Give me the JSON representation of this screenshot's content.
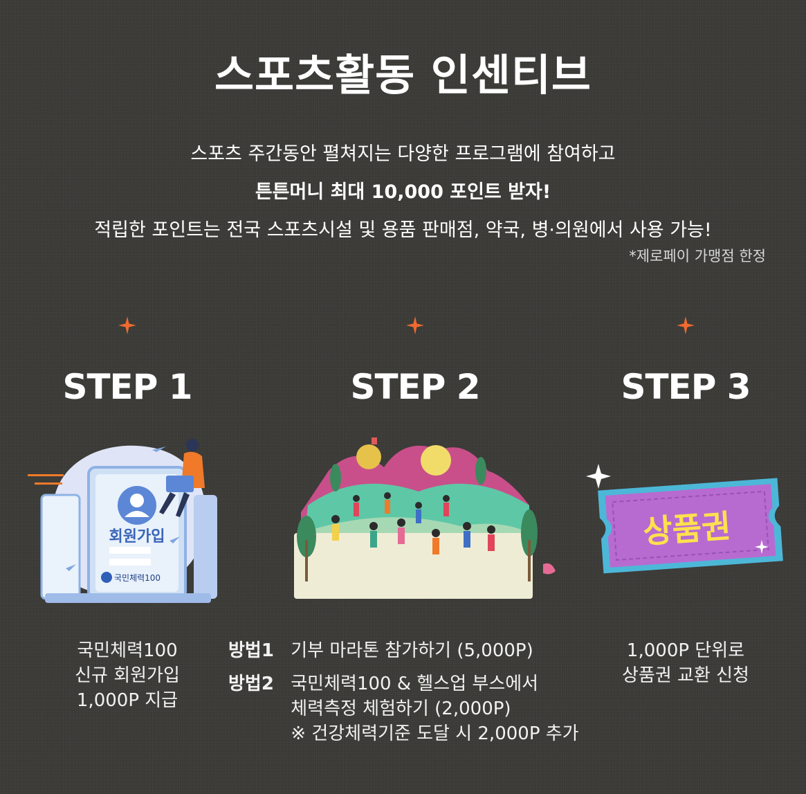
{
  "title": "스포츠활동 인센티브",
  "intro": {
    "line1": "스포츠 주간동안 펼쳐지는 다양한 프로그램에 참여하고",
    "line2": "튼튼머니 최대 10,000 포인트 받자!",
    "line3": "적립한 포인트는 전국 스포츠시설 및 용품 판매점, 약국, 병·의원에서 사용 가능!",
    "note": "*제로페이 가맹점 한정"
  },
  "colors": {
    "accent": "#f26a2e",
    "ticket": "#b76bd0",
    "ticket_text": "#ffe14d"
  },
  "steps": [
    {
      "title": "STEP 1",
      "illustration": {
        "badge": "회원가입",
        "logo": "국민체력100"
      },
      "desc": [
        "국민체력100",
        "신규 회원가입",
        "1,000P 지급"
      ]
    },
    {
      "title": "STEP 2",
      "methods": [
        {
          "label": "방법1",
          "lines": [
            "기부 마라톤 참가하기 (5,000P)"
          ]
        },
        {
          "label": "방법2",
          "lines": [
            "국민체력100 & 헬스업 부스에서",
            "체력측정 체험하기 (2,000P)",
            "※ 건강체력기준 도달 시 2,000P 추가"
          ]
        }
      ]
    },
    {
      "title": "STEP 3",
      "illustration": {
        "ticket": "상품권"
      },
      "desc": [
        "1,000P 단위로",
        "상품권 교환 신청"
      ]
    }
  ]
}
